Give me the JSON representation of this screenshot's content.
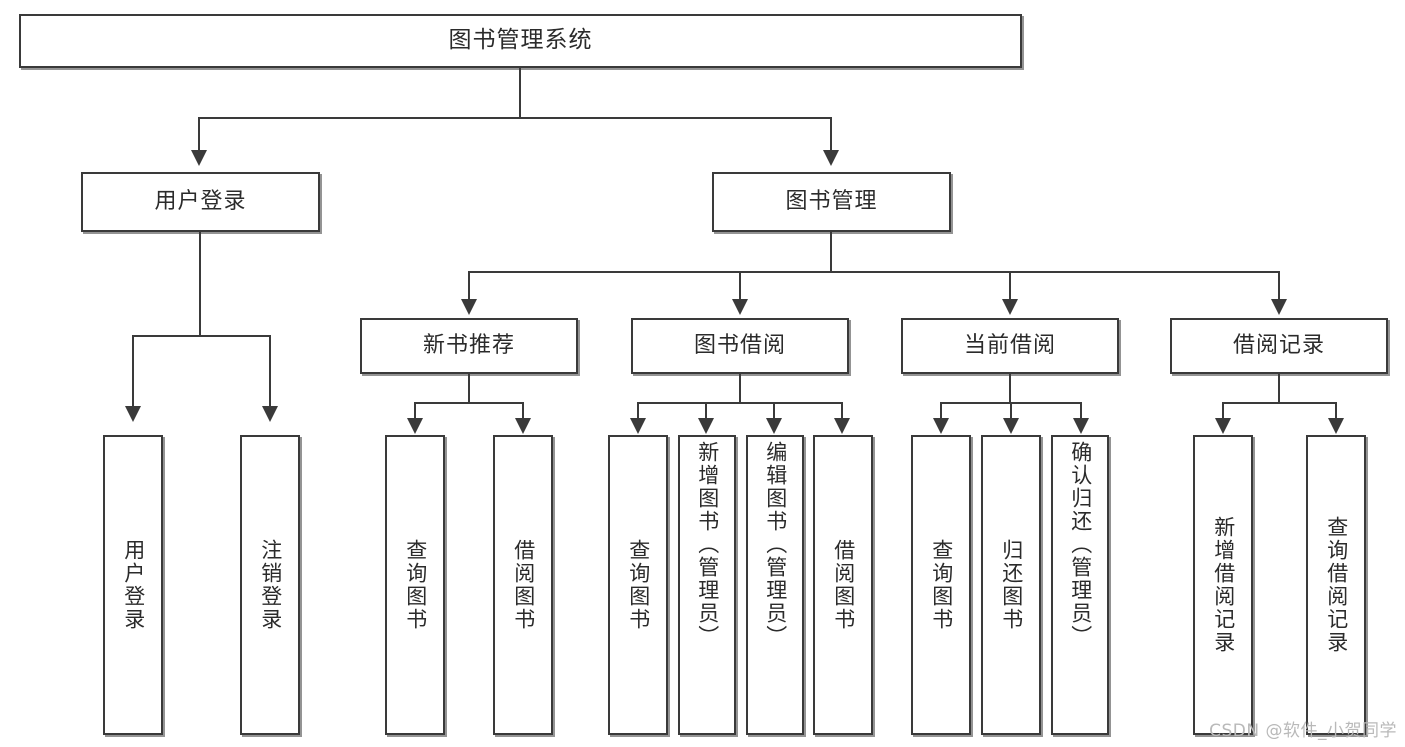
{
  "diagram": {
    "type": "tree",
    "title": "图书管理系统",
    "root": {
      "label": "图书管理系统"
    },
    "level2": [
      {
        "label": "用户登录"
      },
      {
        "label": "图书管理"
      }
    ],
    "level3": [
      {
        "label": "新书推荐"
      },
      {
        "label": "图书借阅"
      },
      {
        "label": "当前借阅"
      },
      {
        "label": "借阅记录"
      }
    ],
    "leaves": {
      "user_login": [
        {
          "label": "用户登录"
        },
        {
          "label": "注销登录"
        }
      ],
      "new_book_recommend": [
        {
          "label": "查询图书"
        },
        {
          "label": "借阅图书"
        }
      ],
      "book_borrow": [
        {
          "label": "查询图书"
        },
        {
          "label": "新增图书（管理员）"
        },
        {
          "label": "编辑图书（管理员）"
        },
        {
          "label": "借阅图书"
        }
      ],
      "current_borrow": [
        {
          "label": "查询图书"
        },
        {
          "label": "归还图书"
        },
        {
          "label": "确认归还（管理员）"
        }
      ],
      "borrow_records": [
        {
          "label": "新增借阅记录"
        },
        {
          "label": "查询借阅记录"
        }
      ]
    }
  },
  "watermark": {
    "text": "CSDN @软件_小贺同学"
  },
  "colors": {
    "stroke": "#3a3a3a",
    "fill": "#ffffff",
    "text": "#2b2b2b",
    "watermark": "#b9b9b9"
  }
}
